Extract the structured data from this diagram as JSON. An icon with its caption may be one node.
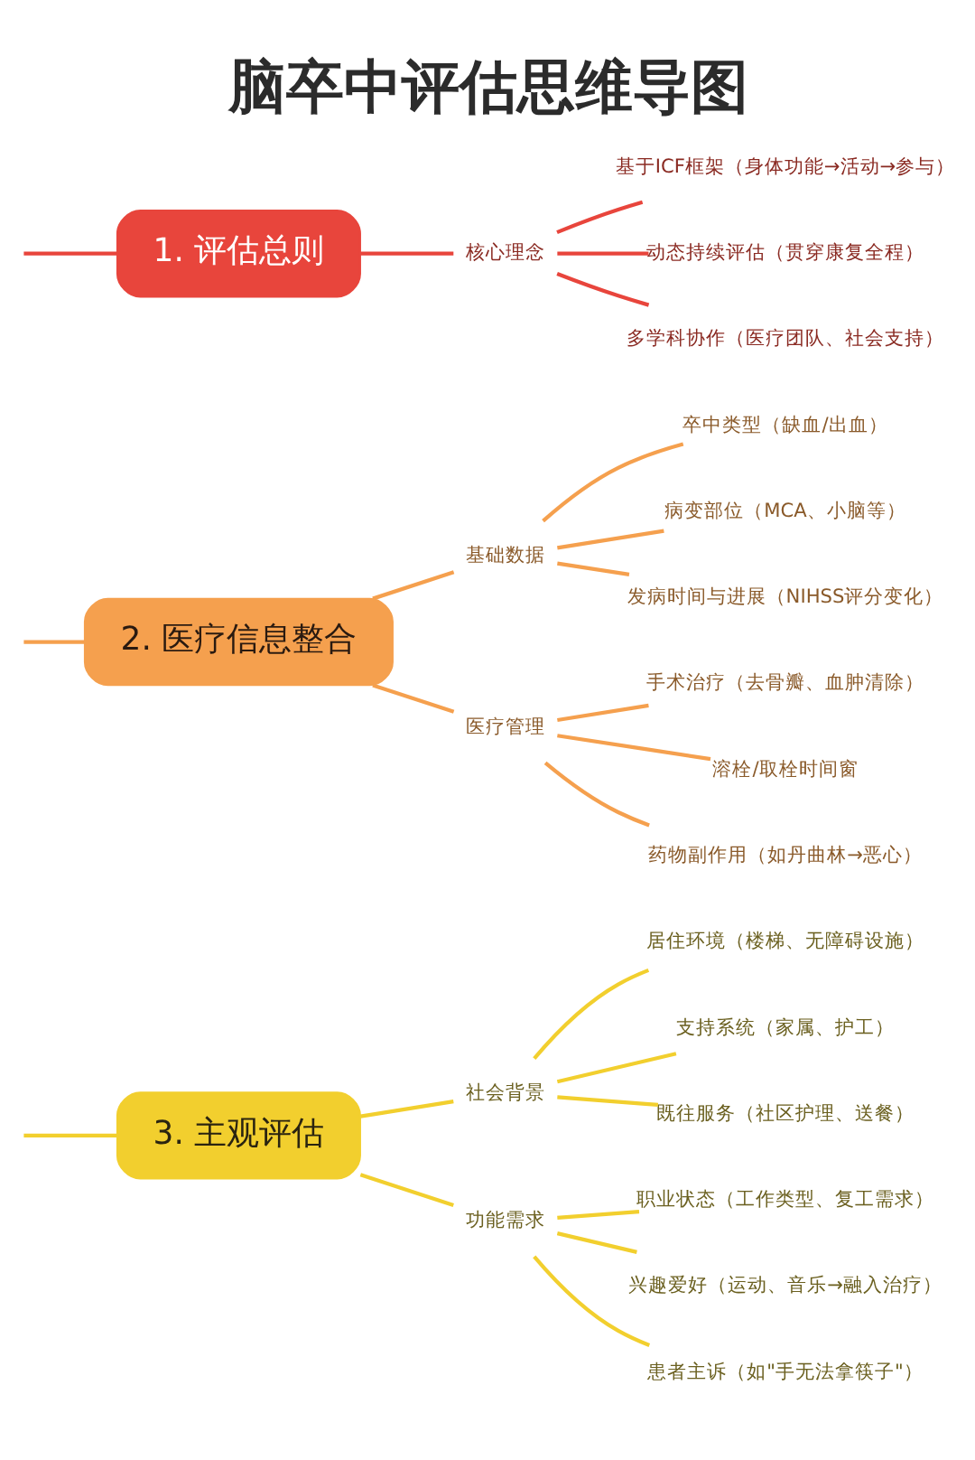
{
  "diagram": {
    "title": "脑卒中评估思维导图",
    "nodes": [
      {
        "text": [
          "1. 评估总则"
        ]
      },
      {
        "text": [
          "核心理念"
        ]
      },
      {
        "text": [
          "基于ICF框架（身体功能→活动→参与）"
        ]
      },
      {
        "text": [
          "动态持续评估（贯穿康复全程）"
        ]
      },
      {
        "text": [
          "多学科协作（医疗团队、社会支持）"
        ]
      },
      {
        "text": [
          "2. 医疗信息整合"
        ]
      },
      {
        "text": [
          "基础数据"
        ]
      },
      {
        "text": [
          "卒中类型（缺血/出血）"
        ]
      },
      {
        "text": [
          "病变部位（MCA、小脑等）"
        ]
      },
      {
        "text": [
          "发病时间与进展（NIHSS评分变化）"
        ]
      },
      {
        "text": [
          "医疗管理"
        ]
      },
      {
        "text": [
          "手术治疗（去骨瓣、血肿清除）"
        ]
      },
      {
        "text": [
          "溶栓/取栓时间窗"
        ]
      },
      {
        "text": [
          "药物副作用（如丹曲林→恶心）"
        ]
      },
      {
        "text": [
          "3. 主观评估"
        ]
      },
      {
        "text": [
          "社会背景"
        ]
      },
      {
        "text": [
          "居住环境（楼梯、无障碍设施）"
        ]
      },
      {
        "text": [
          "支持系统（家属、护工）"
        ]
      },
      {
        "text": [
          "既往服务（社区护理、送餐）"
        ]
      },
      {
        "text": [
          "功能需求"
        ]
      },
      {
        "text": [
          "职业状态（工作类型、复工需求）"
        ]
      },
      {
        "text": [
          "兴趣爱好（运动、音乐→融入治疗）"
        ]
      },
      {
        "text": [
          "患者主诉（如\"手无法拿筷子\"）"
        ]
      }
    ],
    "edges": [
      {
        "from": null,
        "to": 0,
        "arrow": "none",
        "color": "#e8453c"
      },
      {
        "from": 0,
        "to": 1,
        "arrow": "none",
        "color": "#e8453c"
      },
      {
        "from": 1,
        "to": 2,
        "arrow": "none",
        "color": "#e8453c"
      },
      {
        "from": 1,
        "to": 3,
        "arrow": "none",
        "color": "#e8453c"
      },
      {
        "from": 1,
        "to": 4,
        "arrow": "none",
        "color": "#e8453c"
      },
      {
        "from": null,
        "to": 5,
        "arrow": "none",
        "color": "#f5a04e"
      },
      {
        "from": 5,
        "to": 6,
        "arrow": "none",
        "color": "#f5a04e"
      },
      {
        "from": 6,
        "to": 7,
        "arrow": "none",
        "color": "#f5a04e"
      },
      {
        "from": 6,
        "to": 8,
        "arrow": "none",
        "color": "#f5a04e"
      },
      {
        "from": 6,
        "to": 9,
        "arrow": "none",
        "color": "#f5a04e"
      },
      {
        "from": 5,
        "to": 10,
        "arrow": "none",
        "color": "#f5a04e"
      },
      {
        "from": 10,
        "to": 11,
        "arrow": "none",
        "color": "#f5a04e"
      },
      {
        "from": 10,
        "to": 12,
        "arrow": "none",
        "color": "#f5a04e"
      },
      {
        "from": 10,
        "to": 13,
        "arrow": "none",
        "color": "#f5a04e"
      },
      {
        "from": null,
        "to": 14,
        "arrow": "none",
        "color": "#f2cf2e"
      },
      {
        "from": 14,
        "to": 15,
        "arrow": "none",
        "color": "#f2cf2e"
      },
      {
        "from": 15,
        "to": 16,
        "arrow": "none",
        "color": "#f2cf2e"
      },
      {
        "from": 15,
        "to": 17,
        "arrow": "none",
        "color": "#f2cf2e"
      },
      {
        "from": 15,
        "to": 18,
        "arrow": "none",
        "color": "#f2cf2e"
      },
      {
        "from": 14,
        "to": 19,
        "arrow": "none",
        "color": "#f2cf2e"
      },
      {
        "from": 19,
        "to": 20,
        "arrow": "none",
        "color": "#f2cf2e"
      },
      {
        "from": 19,
        "to": 21,
        "arrow": "none",
        "color": "#f2cf2e"
      },
      {
        "from": 19,
        "to": 22,
        "arrow": "none",
        "color": "#f2cf2e"
      }
    ]
  }
}
